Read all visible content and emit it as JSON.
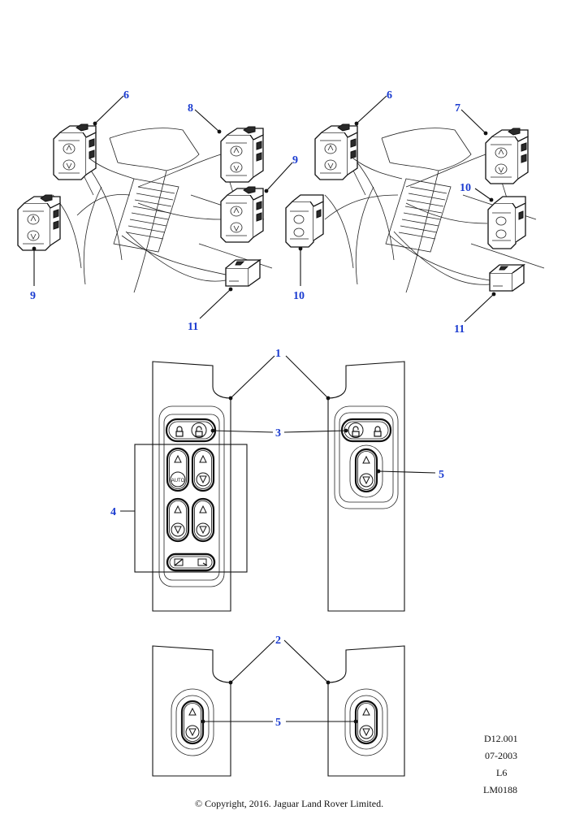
{
  "callouts": {
    "c6a": "6",
    "c8": "8",
    "c9a": "9",
    "c9b": "9",
    "c11a": "11",
    "c6b": "6",
    "c7": "7",
    "c10a": "10",
    "c10b": "10",
    "c11b": "11",
    "c1": "1",
    "c3": "3",
    "c4": "4",
    "c5a": "5",
    "c2": "2",
    "c5b": "5"
  },
  "switch_labels": {
    "auto": "AUTO"
  },
  "reference": {
    "diagram_code": "D12.001",
    "date": "07-2003",
    "level": "L6",
    "image_code": "LM0188"
  },
  "copyright": "© Copyright, 2016. Jaguar Land Rover Limited.",
  "colors": {
    "callout": "#1a3bd0",
    "line": "#111111"
  }
}
